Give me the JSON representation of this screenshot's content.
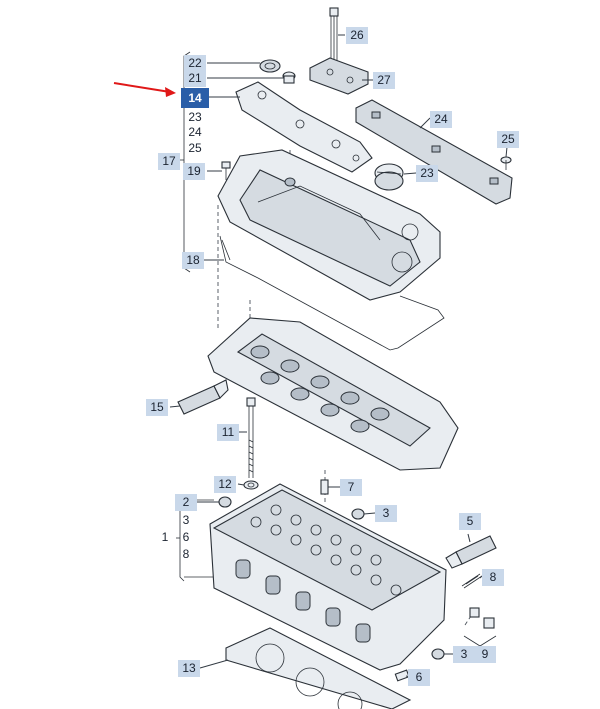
{
  "callouts": {
    "c1": "1",
    "c2": "2",
    "c3a": "3",
    "c3b": "3",
    "c3c": "3",
    "c5": "5",
    "c6a": "6",
    "c6b": "6",
    "c7": "7",
    "c8a": "8",
    "c8b": "8",
    "c9": "9",
    "c11": "11",
    "c12": "12",
    "c13": "13",
    "c14": "14",
    "c15": "15",
    "c17": "17",
    "c18": "18",
    "c19": "19",
    "c21": "21",
    "c22": "22",
    "c23a": "23",
    "c23b": "23",
    "c24a": "24",
    "c24b": "24",
    "c25a": "25",
    "c25b": "25",
    "c26": "26",
    "c27": "27"
  },
  "colors": {
    "callout_bg": "#c9d8ea",
    "highlight_bg": "#2a5ea8",
    "arrow": "#e01818",
    "line": "#2b3138"
  }
}
